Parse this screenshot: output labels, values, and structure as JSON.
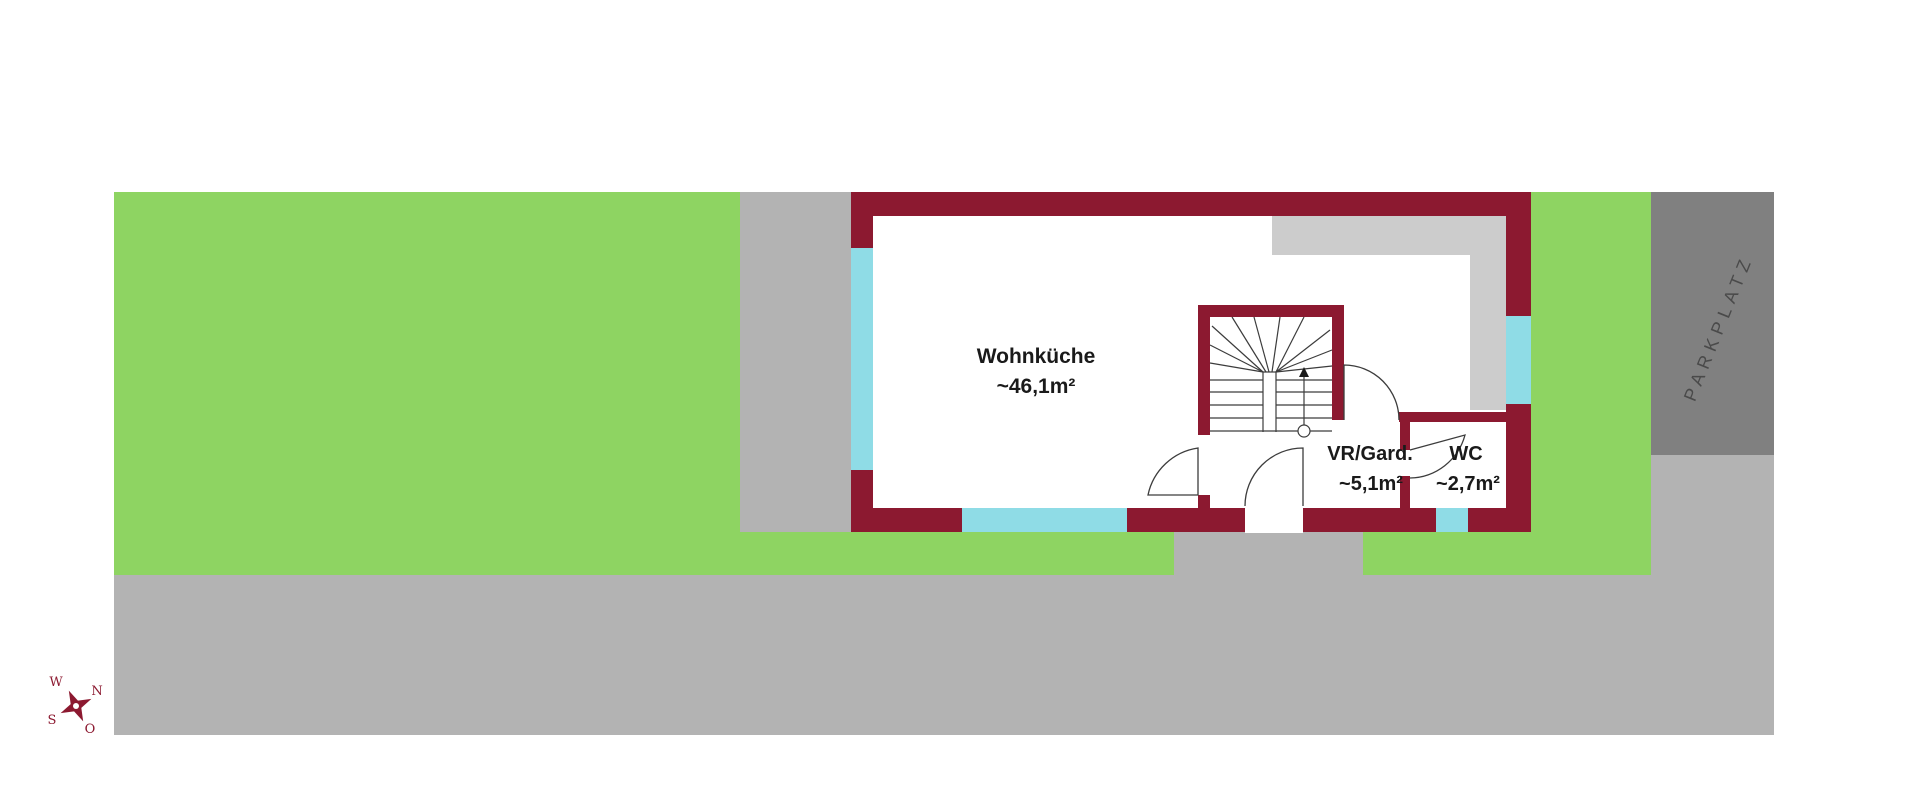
{
  "colors": {
    "lawn": "#8ed462",
    "paving": "#b3b3b3",
    "parking": "#808080",
    "wall": "#8c1930",
    "window": "#8fdce6",
    "built_in": "#cccccc",
    "interior": "#ffffff",
    "line": "#3c3c3c"
  },
  "rooms": {
    "kitchen": {
      "name": "Wohnküche",
      "area": "~46,1m²"
    },
    "hall": {
      "name": "VR/Gard.",
      "area": "~5,1m²"
    },
    "wc": {
      "name": "WC",
      "area": "~2,7m²"
    }
  },
  "parking": {
    "label": "PARKPLATZ"
  },
  "compass": {
    "w": "W",
    "n": "N",
    "s": "S",
    "o": "O"
  },
  "icons": {
    "compass": "compass-rose-icon",
    "stair_arrow": "arrow-up-icon"
  }
}
